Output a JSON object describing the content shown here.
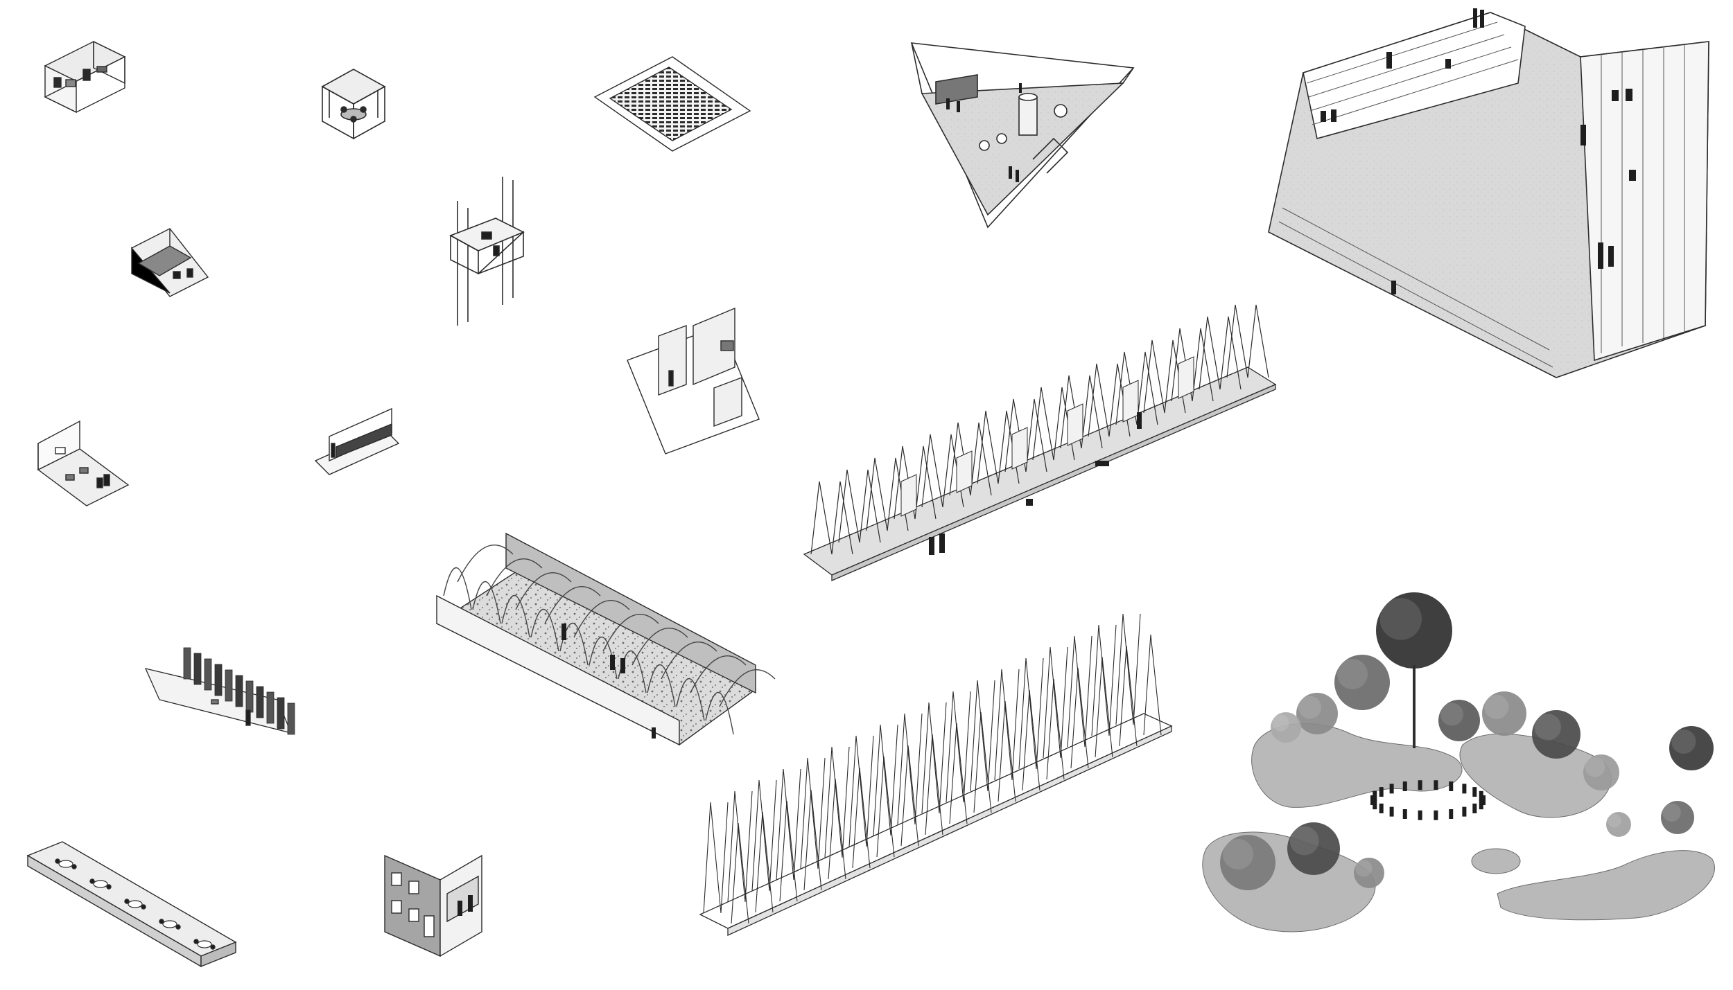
{
  "palette": {
    "background": "#ffffff",
    "line": "#2b2b2b",
    "floor": "#e4e4e4",
    "floor_dark": "#cfcfcf",
    "concrete": "#d6d6d6",
    "figure": "#1e1e1e",
    "foliage_dark": "#2f2f2f",
    "foliage_mid": "#6a6a6a",
    "foliage_light": "#a9a9a9",
    "terrazzo": "#bdbdbd"
  },
  "diagrams": [
    {
      "id": "office-cube",
      "icon": "room-axonometric-icon"
    },
    {
      "id": "meeting-cube",
      "icon": "cube-frame-icon"
    },
    {
      "id": "auditorium-plate",
      "icon": "seating-grid-icon"
    },
    {
      "id": "triangular-hall",
      "icon": "triangle-plan-icon"
    },
    {
      "id": "amphitheater",
      "icon": "stepped-seating-icon"
    },
    {
      "id": "kitchen-room",
      "icon": "kitchen-icon"
    },
    {
      "id": "elevator-frame",
      "icon": "lift-icon"
    },
    {
      "id": "gallery-walls",
      "icon": "panel-wall-icon"
    },
    {
      "id": "timber-frame-hall",
      "icon": "frame-hall-icon"
    },
    {
      "id": "classroom",
      "icon": "classroom-icon"
    },
    {
      "id": "bar-counter",
      "icon": "counter-icon"
    },
    {
      "id": "vaulted-market",
      "icon": "vault-icon"
    },
    {
      "id": "library-shelves",
      "icon": "bookshelf-icon"
    },
    {
      "id": "empty-frame-hall",
      "icon": "frame-structure-icon"
    },
    {
      "id": "garden-gathering",
      "icon": "tree-icon"
    },
    {
      "id": "round-tables-plinth",
      "icon": "table-icon"
    },
    {
      "id": "cafe-facade",
      "icon": "facade-icon"
    }
  ]
}
